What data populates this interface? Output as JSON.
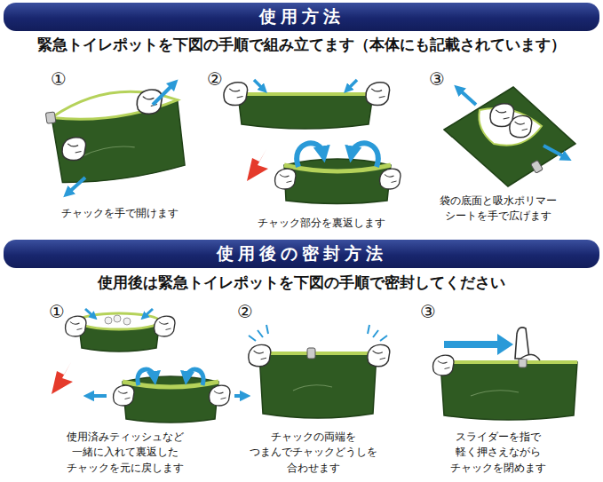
{
  "diagram": {
    "nodes": [
      {
        "text": [
          "使用方法"
        ]
      },
      {
        "text": [
          "使用後の密封方法"
        ]
      }
    ],
    "labels": [
      "緊急トイレポットを下図の手順で組み立てます（本体にも記載されています）",
      "①",
      "②",
      "③",
      "チャックを手で開けます",
      "チャック部分を裏返します",
      "袋の底面と吸水ポリマー シートを手で広げます",
      "使用後は緊急トイレポットを下図の手順で密封してください",
      "①",
      "②",
      "③",
      "使用済みティッシュなど 一緒に入れて裏返した チャックを元に戻します",
      "チャックの両端を つまんでチャックどうしを 合わせます",
      "スライダーを指で 軽く押さえながら チャックを閉めます"
    ]
  }
}
